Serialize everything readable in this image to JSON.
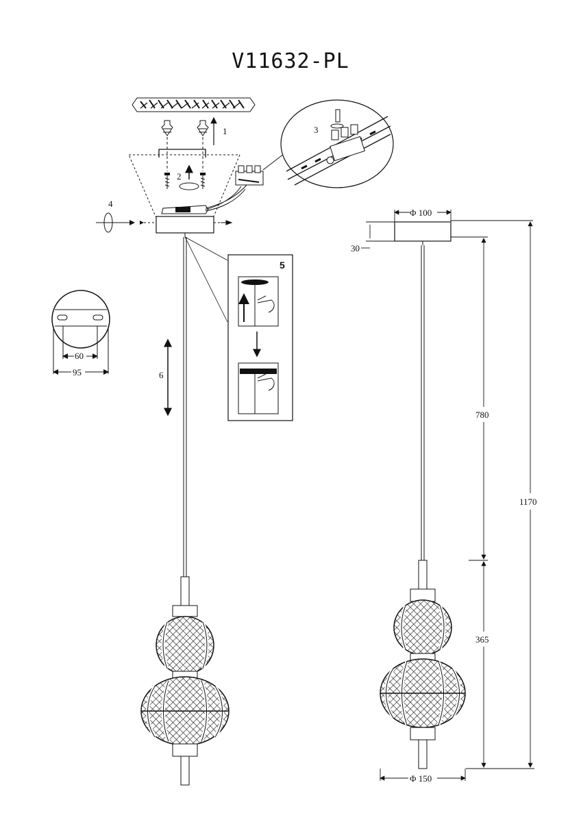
{
  "title": "V11632-PL",
  "steps": {
    "s1": "1",
    "s2": "2",
    "s3": "3",
    "s4": "4",
    "s5": "5",
    "s6": "6"
  },
  "bracket_dims": {
    "inner": "60",
    "outer": "95"
  },
  "dimensions": {
    "canopy_diameter": "Φ 100",
    "canopy_height": "30",
    "cable_length": "780",
    "lamp_height": "365",
    "total_height": "1170",
    "lamp_diameter": "Φ 150"
  }
}
